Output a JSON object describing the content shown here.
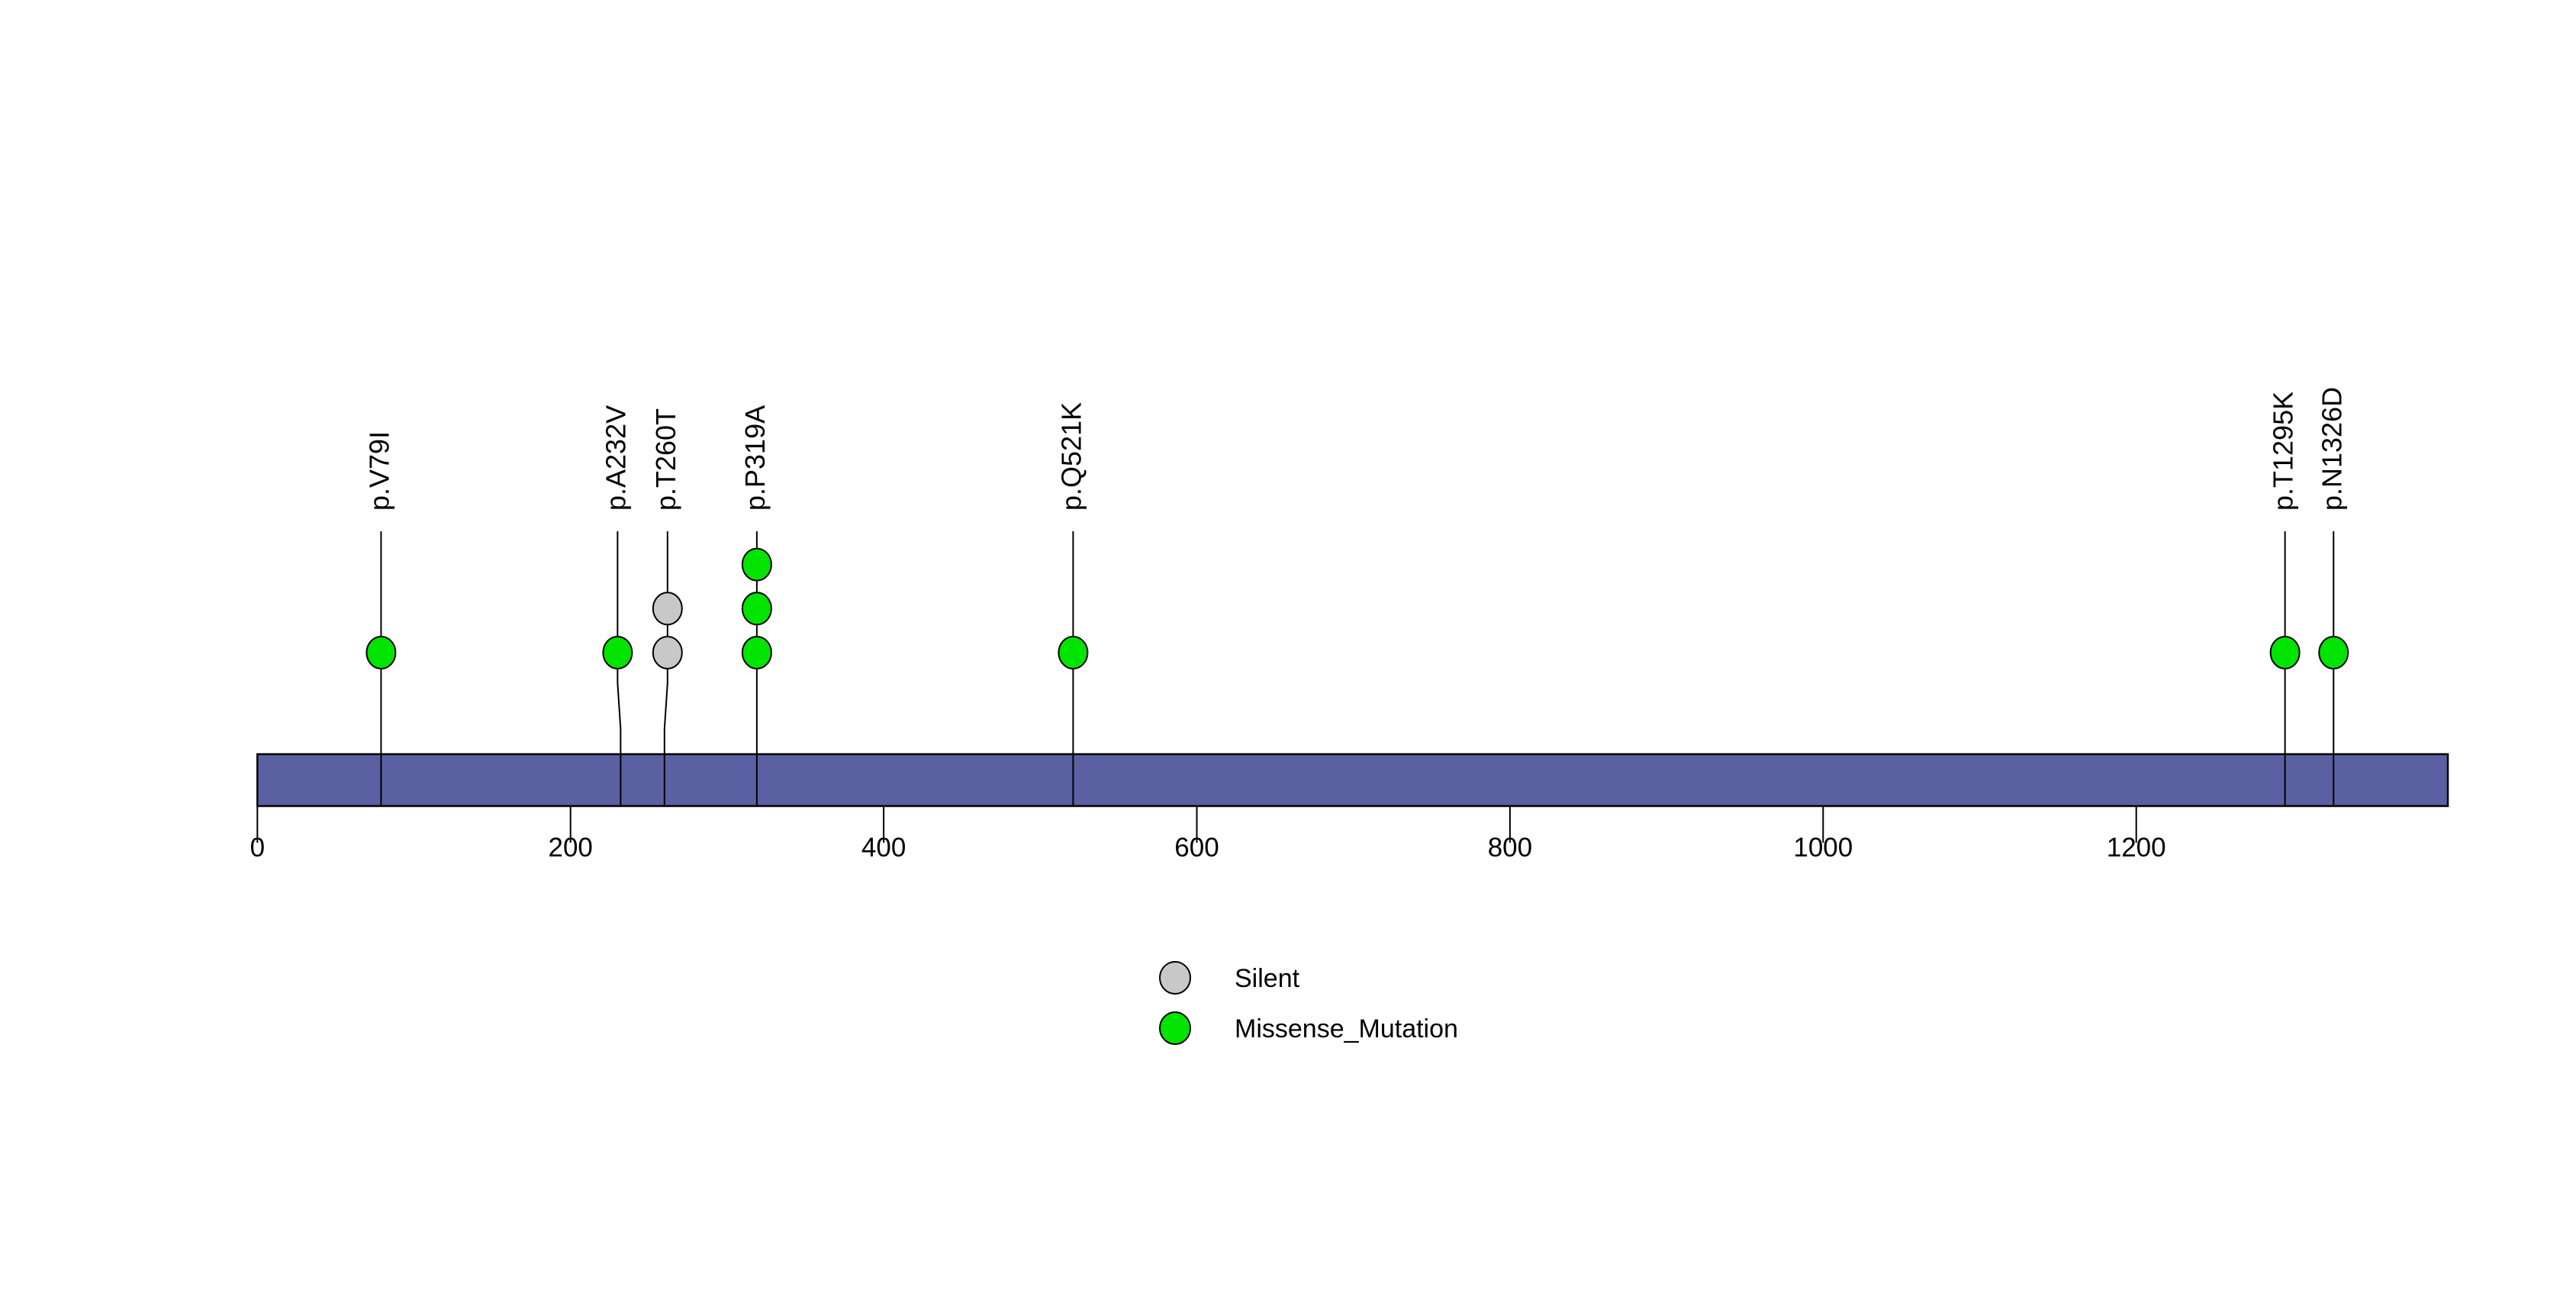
{
  "figure": {
    "title": "",
    "background_color": "#ffffff"
  },
  "chart_data": {
    "type": "scatter",
    "subtype": "lollipop-mutation-plot",
    "title": "",
    "xlabel": "",
    "ylabel": "",
    "axis": {
      "tick_values": [
        0,
        200,
        400,
        600,
        800,
        1000,
        1200
      ],
      "tick_labels": [
        "0",
        "200",
        "400",
        "600",
        "800",
        "1000",
        "1200"
      ],
      "xmin": 0,
      "xmax": 1399,
      "grid": false
    },
    "protein_backbone": {
      "start": 0,
      "end": 1399,
      "color": "#5A60A2",
      "border_color": "#000000"
    },
    "mutations": [
      {
        "label": "p.V79I",
        "position": 79,
        "type": "Missense_Mutation",
        "count": 1,
        "label_offset": 0
      },
      {
        "label": "p.A232V",
        "position": 232,
        "type": "Missense_Mutation",
        "count": 1,
        "label_offset": -4
      },
      {
        "label": "p.T260T",
        "position": 260,
        "type": "Silent",
        "count": 2,
        "label_offset": 4
      },
      {
        "label": "p.P319A",
        "position": 319,
        "type": "Missense_Mutation",
        "count": 3,
        "label_offset": 0
      },
      {
        "label": "p.Q521K",
        "position": 521,
        "type": "Missense_Mutation",
        "count": 1,
        "label_offset": 0
      },
      {
        "label": "p.T1295K",
        "position": 1295,
        "type": "Missense_Mutation",
        "count": 1,
        "label_offset": 0
      },
      {
        "label": "p.N1326D",
        "position": 1326,
        "type": "Missense_Mutation",
        "count": 1,
        "label_offset": 0
      }
    ],
    "legend": {
      "position": "bottom-center",
      "items": [
        {
          "label": "Silent",
          "color": "#C8C8C8"
        },
        {
          "label": "Missense_Mutation",
          "color": "#00E400"
        }
      ]
    },
    "colors": {
      "Silent": "#C8C8C8",
      "Missense_Mutation": "#00E400",
      "stem": "#000000",
      "circle_border": "#000000",
      "tick": "#000000",
      "text": "#000000"
    }
  }
}
